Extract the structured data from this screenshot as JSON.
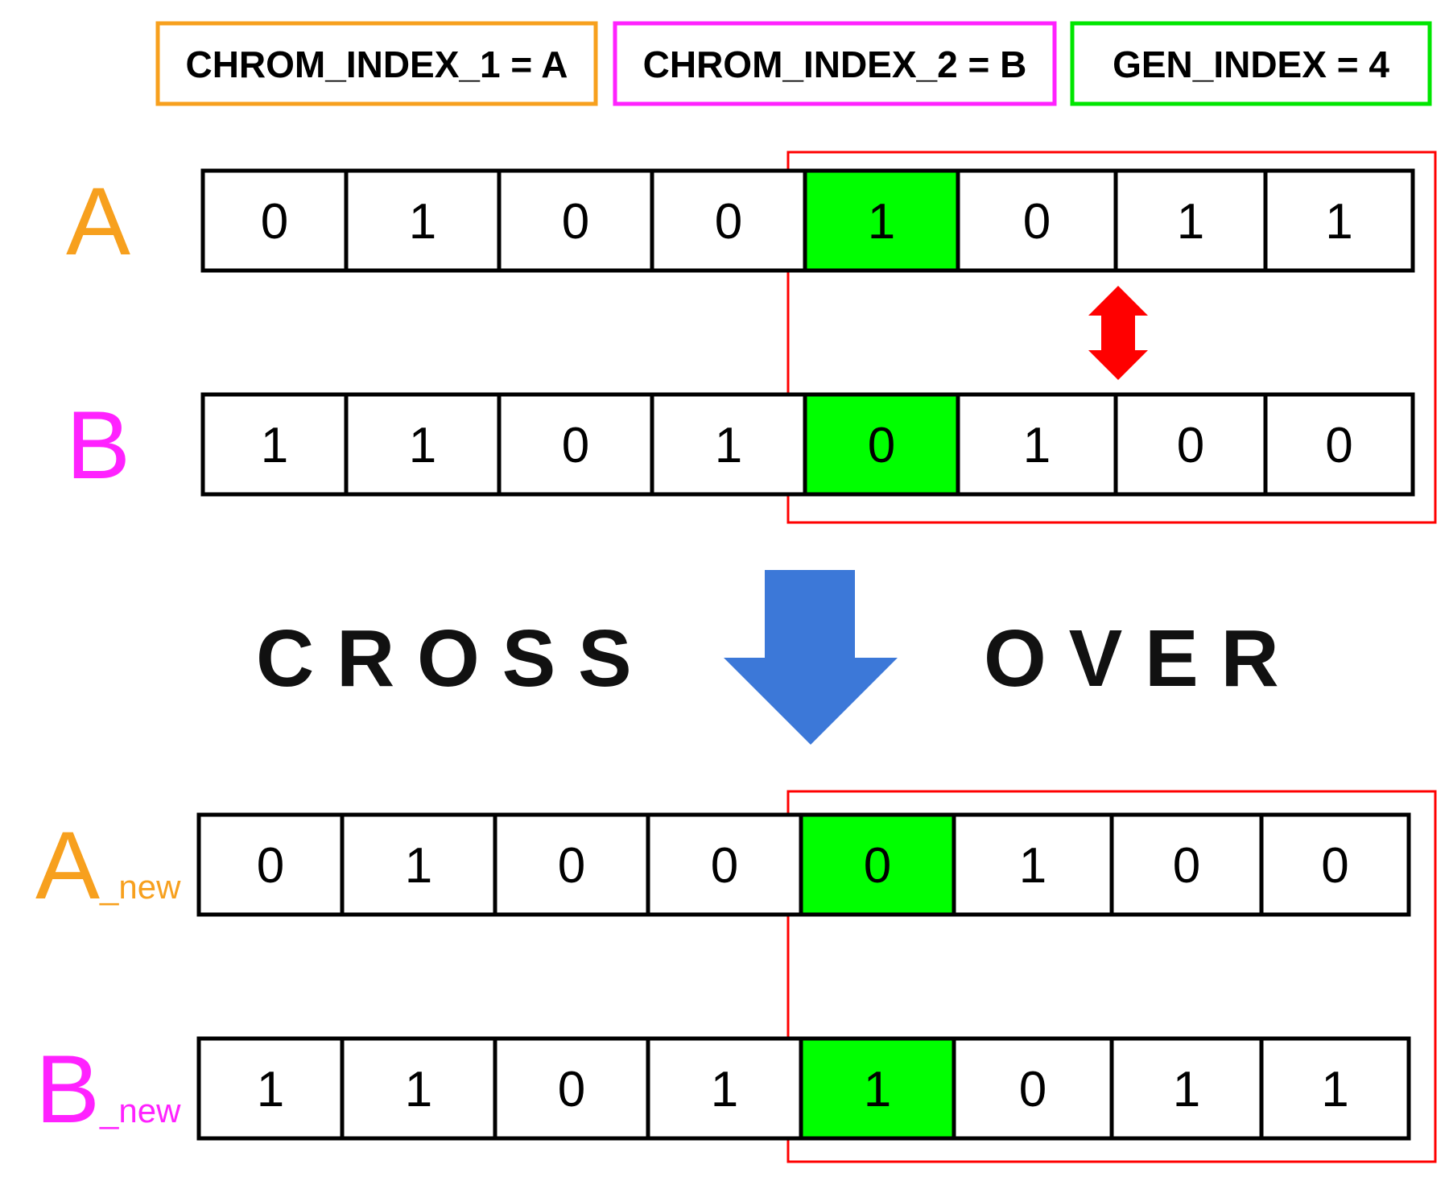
{
  "colors": {
    "orange": "#f7a01e",
    "magenta": "#ff22ff",
    "green": "#00ff00",
    "red": "#ff0000",
    "blue": "#3c78d8",
    "black": "#000000"
  },
  "header": {
    "chrom1": "CHROM_INDEX_1 = A",
    "chrom2": "CHROM_INDEX_2 = B",
    "gen": "GEN_INDEX = 4"
  },
  "rows": {
    "a": {
      "label": "A",
      "sub": "",
      "bits": [
        "0",
        "1",
        "0",
        "0",
        "1",
        "0",
        "1",
        "1"
      ]
    },
    "b": {
      "label": "B",
      "sub": "",
      "bits": [
        "1",
        "1",
        "0",
        "1",
        "0",
        "1",
        "0",
        "0"
      ]
    },
    "a_new": {
      "label": "A",
      "sub": "_new",
      "bits": [
        "0",
        "1",
        "0",
        "0",
        "0",
        "1",
        "0",
        "0"
      ]
    },
    "b_new": {
      "label": "B",
      "sub": "_new",
      "bits": [
        "1",
        "1",
        "0",
        "1",
        "1",
        "0",
        "1",
        "1"
      ]
    }
  },
  "highlight_index": 4,
  "crossover": {
    "word1": "C R O S S",
    "word2": "O V E R"
  },
  "icons": {
    "swap": "red-double-arrow-icon",
    "down": "blue-down-arrow-icon"
  }
}
